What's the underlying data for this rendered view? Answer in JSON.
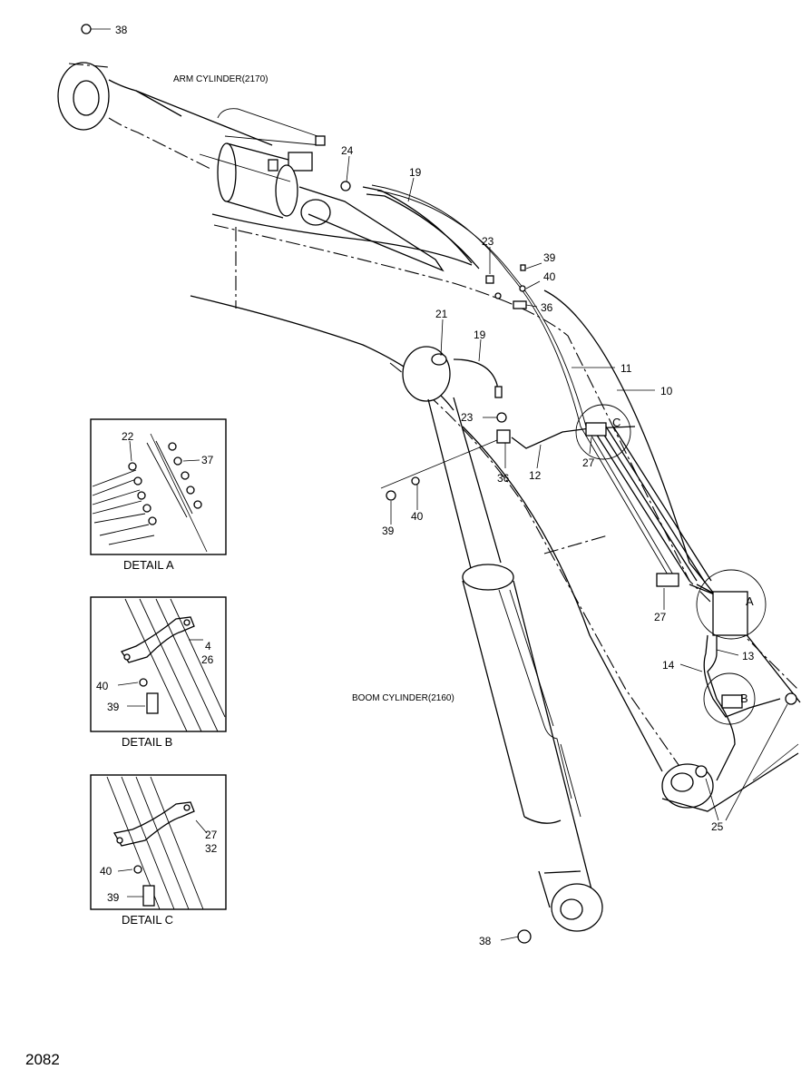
{
  "labels": {
    "arm_cylinder": "ARM CYLINDER(2170)",
    "boom_cylinder": "BOOM CYLINDER(2160)",
    "page_number": "2082"
  },
  "details": {
    "a": {
      "title": "DETAIL  A",
      "parts": [
        "22",
        "37"
      ]
    },
    "b": {
      "title": "DETAIL  B",
      "parts": [
        "4",
        "26",
        "40",
        "39"
      ]
    },
    "c": {
      "title": "DETAIL  C",
      "parts": [
        "27",
        "32",
        "40",
        "39"
      ]
    }
  },
  "callout_letters": [
    "A",
    "B",
    "C"
  ],
  "parts": {
    "p38_top": "38",
    "p24": "24",
    "p19_top": "19",
    "p23_top": "23",
    "p39_top": "39",
    "p40_top": "40",
    "p36_top": "36",
    "p21": "21",
    "p19_mid": "19",
    "p11": "11",
    "p10": "10",
    "p23_mid": "23",
    "p36_mid": "36",
    "p12": "12",
    "p27_top": "27",
    "p39_mid": "39",
    "p40_mid": "40",
    "p27_mid": "27",
    "p14": "14",
    "p13": "13",
    "p25": "25",
    "p38_bottom": "38"
  }
}
